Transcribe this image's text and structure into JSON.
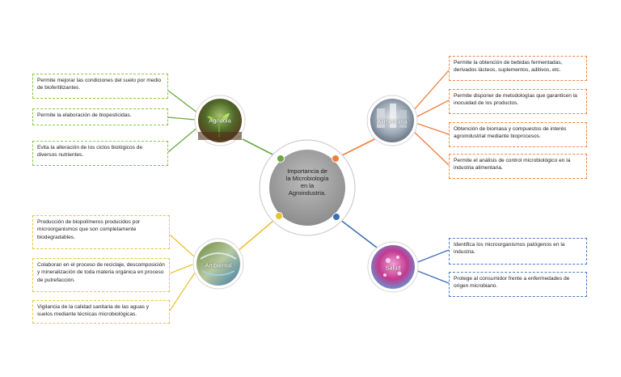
{
  "center": {
    "title": "Importancia de la Microbiología en la Agroindustria."
  },
  "nodes": {
    "agricola": {
      "label": "Agrícola",
      "color": "#6aa842"
    },
    "alimentaria": {
      "label": "Alimentaria",
      "color": "#ef7e3a"
    },
    "ambiental": {
      "label": "Ambiental",
      "color": "#e8c33a"
    },
    "salud": {
      "label": "Salud",
      "color": "#3f6fb6"
    }
  },
  "agricola_items": [
    "Permite mejorar las condiciones del suelo por medio de biofertilizantes.",
    "Permite la elaboración de biopesticidas.",
    "Evita la alteración de los ciclos biológicos de diversos nutrientes."
  ],
  "alimentaria_items": [
    "Permite la obtención de bebidas fermentadas, derivados lácteos, suplementos, aditivos, etc.",
    "Permite disponer de metodologías que garanticen la inocuidad de los productos.",
    "Obtención de biomasa y compuestos de interés agroindustrial mediante bioprocesos.",
    "Permite el análisis de control microbiológico en la industria alimentaria."
  ],
  "ambiental_items": [
    "Producción de biopolímeros producidos por microorganismos que son completamente biodegradables.",
    "Colaboran en el proceso de reciclaje, descomposición y mineralización de toda materia orgánica en proceso de putrefacción.",
    "Vigilancia de la calidad sanitaria de las aguas y suelos mediante técnicas microbiológicas."
  ],
  "salud_items": [
    "Identifica los microorganismos patógenos en la industria.",
    "Protege al consumidor frente a enfermedades de origen microbiano."
  ]
}
